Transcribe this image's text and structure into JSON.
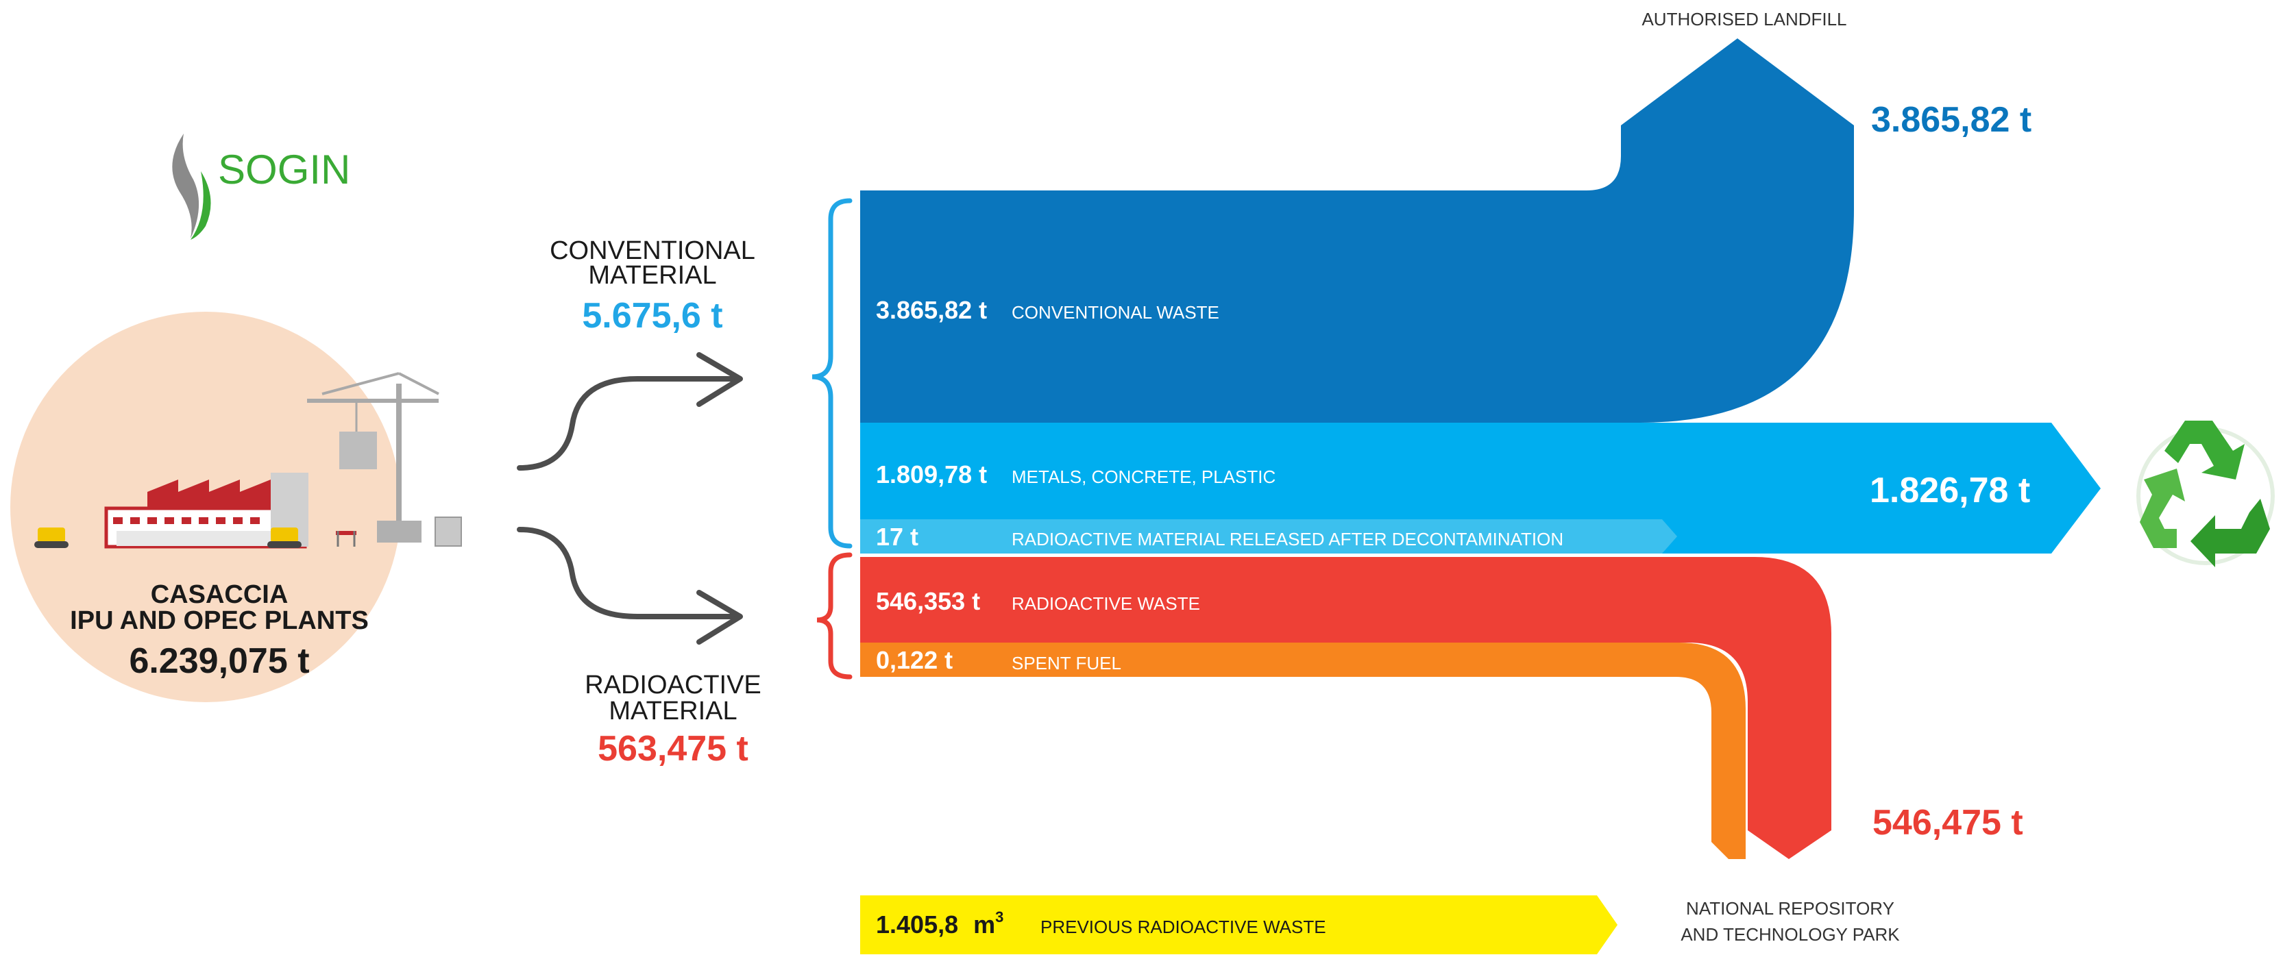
{
  "logo": {
    "text": "SOGIN"
  },
  "source": {
    "line1": "CASACCIA",
    "line2": "IPU AND OPEC PLANTS",
    "total": "6.239,075 t"
  },
  "conventional": {
    "line1": "CONVENTIONAL",
    "line2": "MATERIAL",
    "total": "5.675,6 t",
    "flows": [
      {
        "value": "3.865,82 t",
        "label": "CONVENTIONAL WASTE"
      },
      {
        "value": "1.809,78 t",
        "label": "METALS, CONCRETE, PLASTIC"
      },
      {
        "value": "17 t",
        "label": "RADIOACTIVE MATERIAL RELEASED AFTER DECONTAMINATION"
      }
    ]
  },
  "radioactive": {
    "line1": "RADIOACTIVE",
    "line2": "MATERIAL",
    "total": "563,475 t",
    "flows": [
      {
        "value": "546,353 t",
        "label": "RADIOACTIVE WASTE"
      },
      {
        "value": "0,122 t",
        "label": "SPENT FUEL"
      }
    ]
  },
  "previous": {
    "value": "1.405,8",
    "unit": "m",
    "sup": "3",
    "label": "PREVIOUS RADIOACTIVE WASTE"
  },
  "destinations": {
    "landfill": {
      "label": "AUTHORISED LANDFILL",
      "value": "3.865,82 t"
    },
    "recycling": {
      "value": "1.826,78 t"
    },
    "repository": {
      "line1": "NATIONAL REPOSITORY",
      "line2": "AND TECHNOLOGY PARK",
      "value": "546,475 t"
    }
  },
  "colors": {
    "conventional_waste": "#0a76bd",
    "metals": "#00aeef",
    "decontaminated": "#3cc0ee",
    "radioactive_waste": "#ee4036",
    "spent_fuel": "#f7851e",
    "previous": "#ffef00",
    "source_circle": "#f9dcc5",
    "recycle": "#3aaa35",
    "bracket_blue": "#21a6e6",
    "bracket_red": "#ea3e34"
  },
  "icons": {
    "logo": "sogin-flame-icon",
    "plant": "industrial-plant-icon",
    "recycle": "recycle-icon",
    "arrow_up": "curved-arrow-up-icon",
    "arrow_down": "curved-arrow-down-icon"
  }
}
